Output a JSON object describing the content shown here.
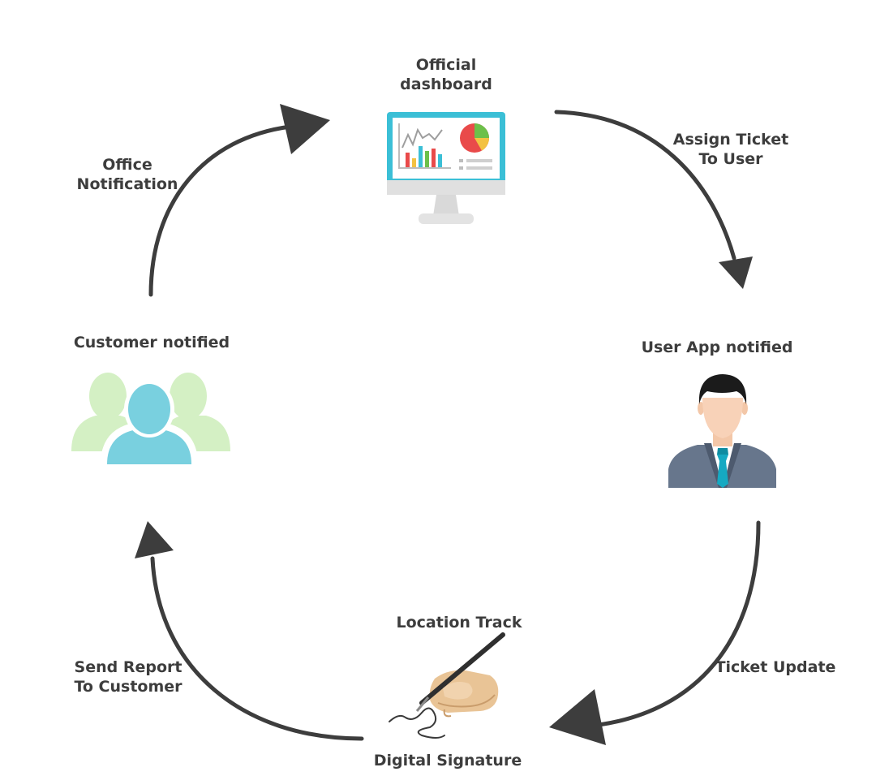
{
  "nodes": {
    "dashboard": {
      "title_lines": [
        "Official",
        "dashboard"
      ],
      "icon": "dashboard-monitor-icon"
    },
    "user_app": {
      "title": "User App notified",
      "icon": "businessman-icon"
    },
    "signature": {
      "title": "Digital Signature",
      "subtitle": "Location Track",
      "icon": "signing-hand-icon"
    },
    "customer": {
      "title": "Customer notified",
      "icon": "customer-group-icon"
    }
  },
  "edges": {
    "assign": {
      "label_lines": [
        "Assign Ticket",
        "To User"
      ]
    },
    "update": {
      "label": "Ticket Update"
    },
    "report": {
      "label_lines": [
        "Send Report",
        "To Customer"
      ]
    },
    "office": {
      "label_lines": [
        "Office",
        "Notification"
      ]
    }
  },
  "colors": {
    "arrow": "#3d3d3d",
    "text": "#3d3d3d",
    "monitor_frame": "#3bbfd6",
    "customer_front": "#79d0df",
    "customer_back": "#d4f0c4",
    "suit": "#67768c",
    "tie": "#16a9c2"
  }
}
